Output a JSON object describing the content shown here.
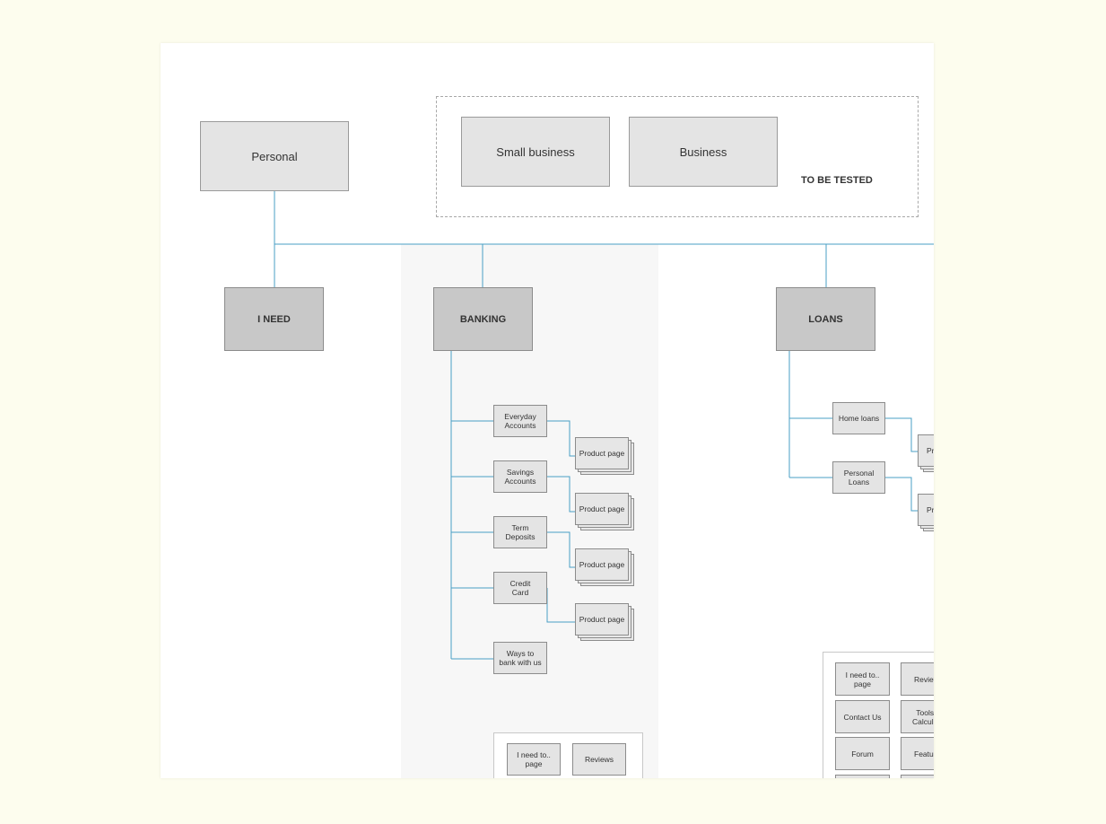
{
  "top": {
    "personal": "Personal",
    "small_business": "Small business",
    "business": "Business",
    "to_be_tested": "TO BE TESTED"
  },
  "categories": {
    "i_need": "I NEED",
    "banking": "BANKING",
    "loans": "LOANS"
  },
  "banking": {
    "items": [
      "Everyday\nAccounts",
      "Savings\nAccounts",
      "Term Deposits",
      "Credit\nCard",
      "Ways to\nbank with us"
    ],
    "product_label": "Product page",
    "panel": [
      "I need to..\npage",
      "Reviews"
    ]
  },
  "loans": {
    "items": [
      "Home loans",
      "Personal\nLoans"
    ],
    "product_label": "Pr",
    "panel": {
      "col1": [
        "I need to..\npage",
        "Contact Us",
        "Forum"
      ],
      "col2": [
        "Review",
        "Tools\nCalcula",
        "Featur"
      ]
    }
  },
  "colors": {
    "connector": "#4a9fc4",
    "page_background": "#fdfdee"
  }
}
